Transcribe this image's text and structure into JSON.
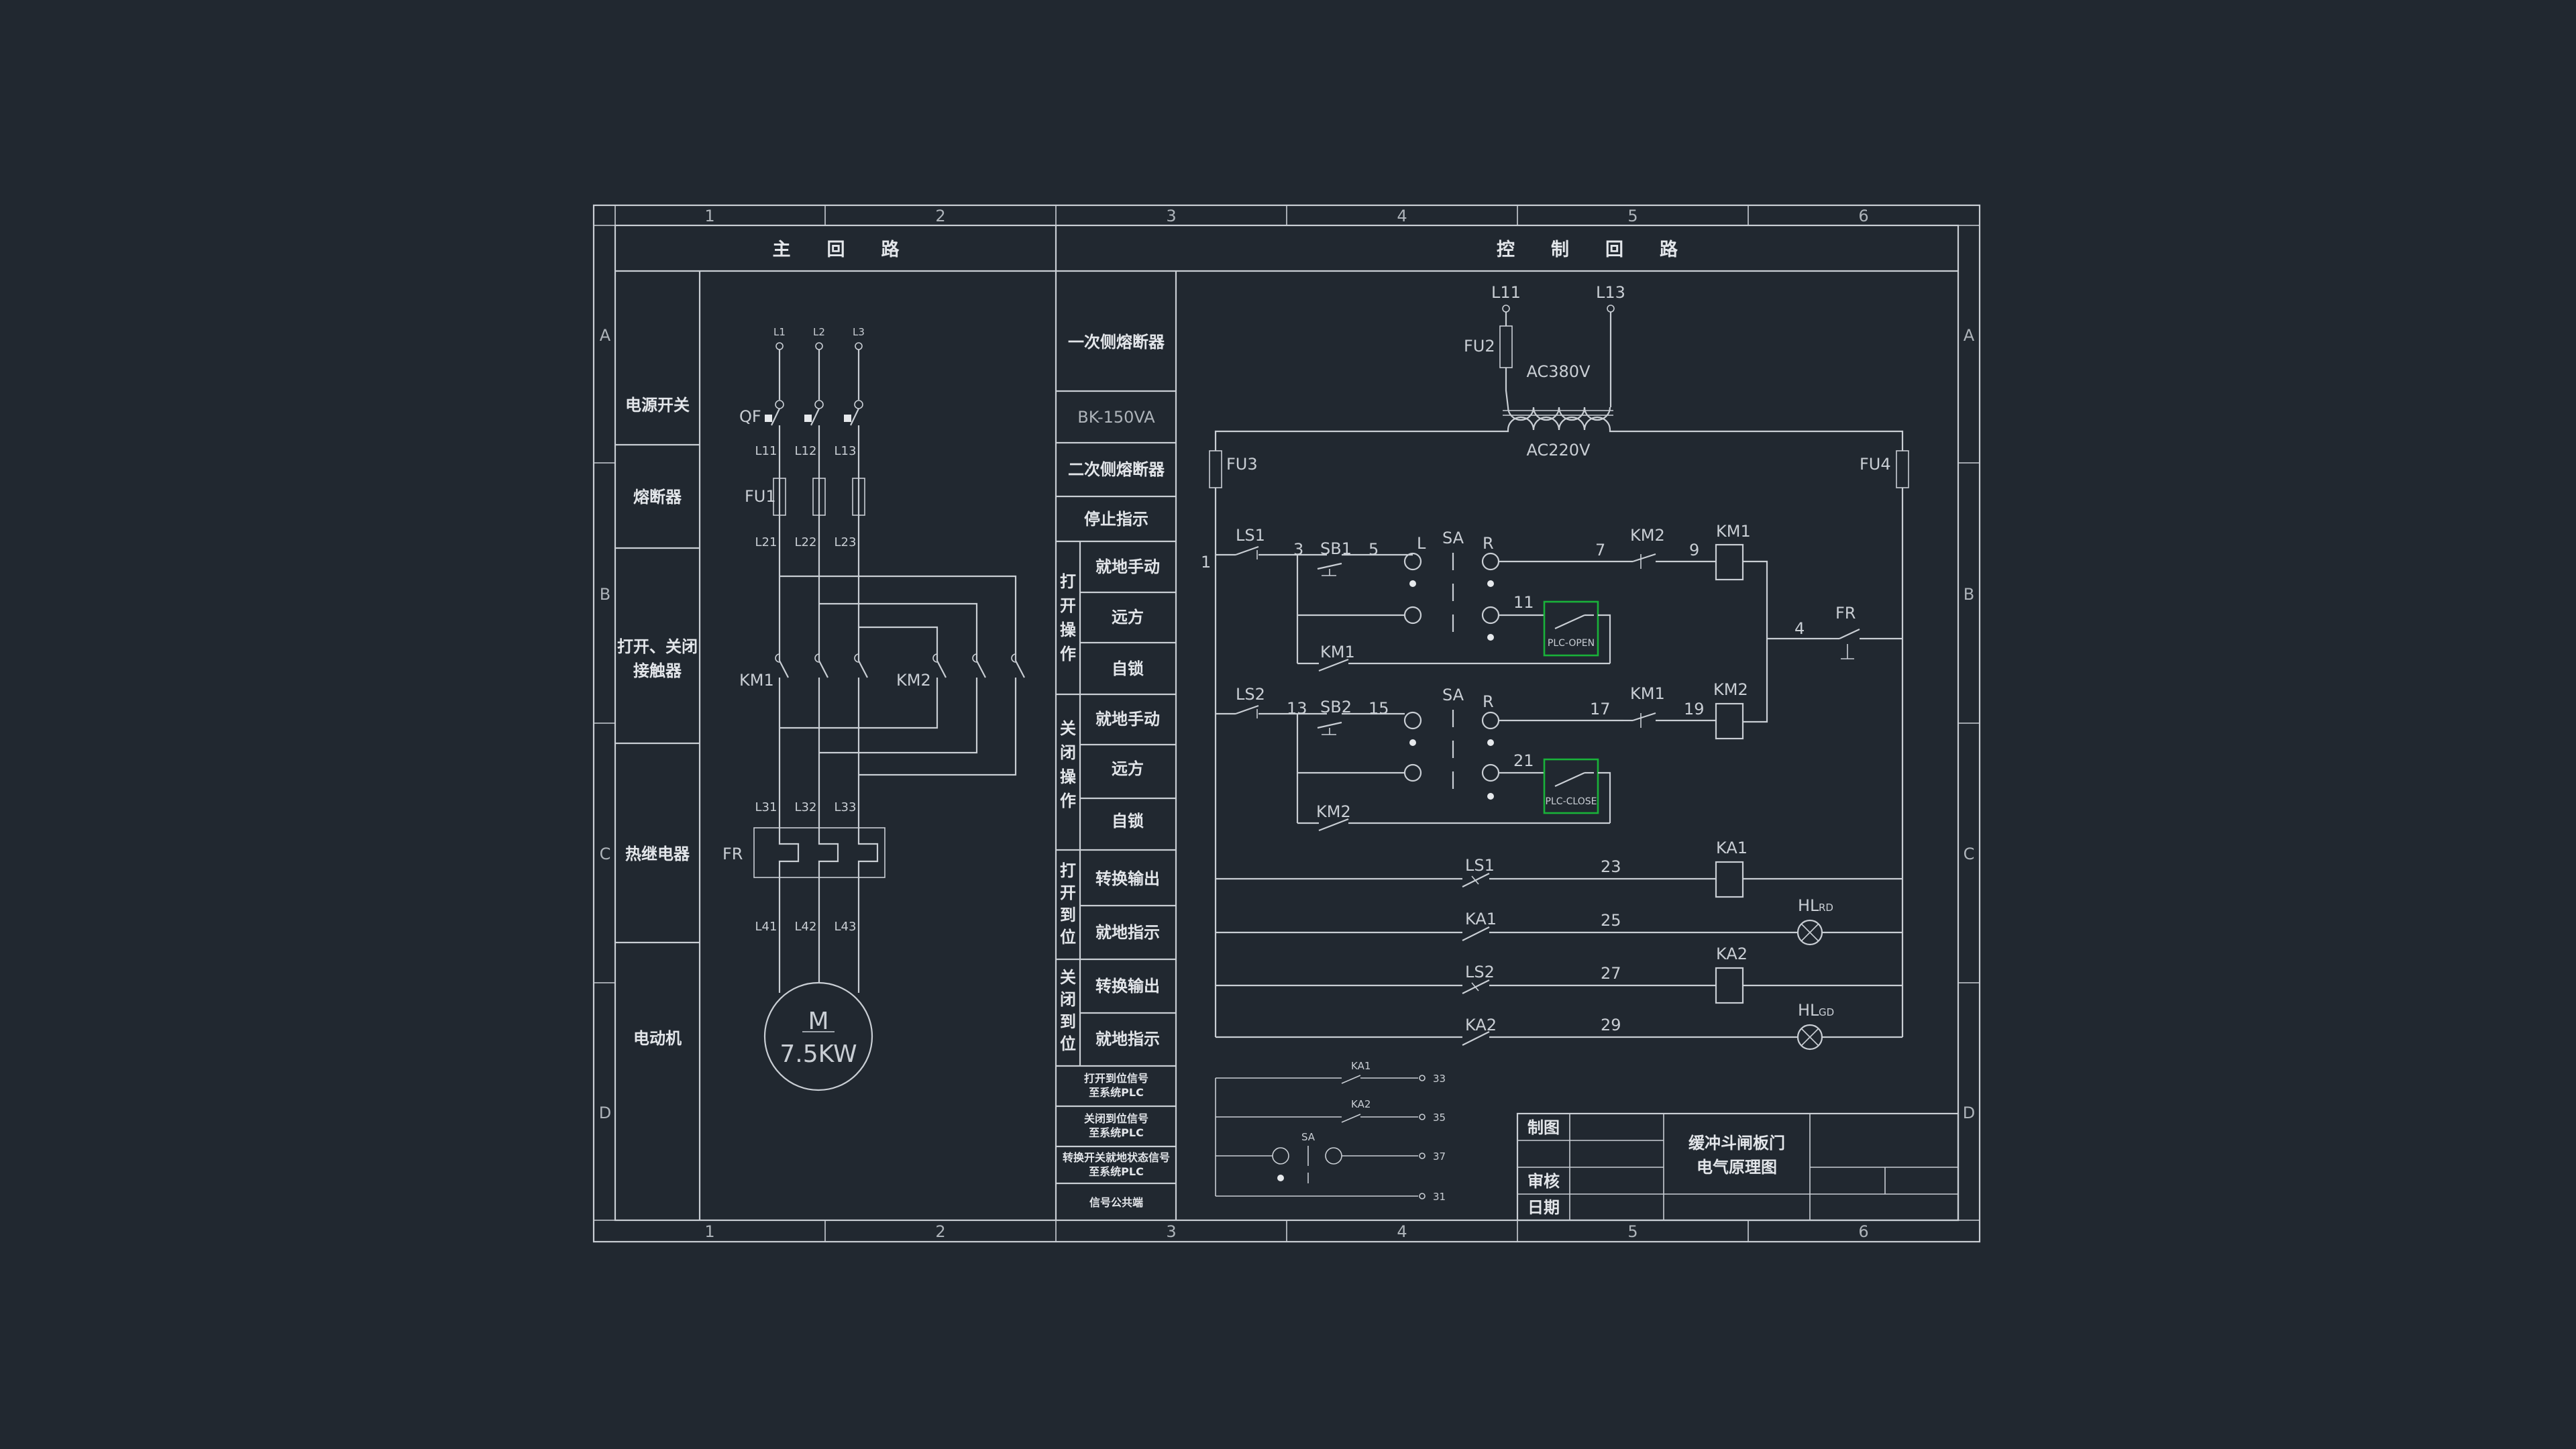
{
  "grid": {
    "columns": [
      "1",
      "2",
      "3",
      "4",
      "5",
      "6"
    ],
    "rows": [
      "A",
      "B",
      "C",
      "D"
    ]
  },
  "headers": {
    "main_circuit": "主　　回　　路",
    "control_circuit": "控　　制　　回　　路"
  },
  "main_labels": {
    "power_switch": "电源开关",
    "fuse": "熔断器",
    "contactor_line1": "打开、关闭",
    "contactor_line2": "接触器",
    "thermal_relay": "热继电器",
    "motor": "电动机"
  },
  "control_labels": {
    "primary_fuse": "一次侧熔断器",
    "transformer": "BK-150VA",
    "secondary_fuse": "二次侧熔断器",
    "stop_indicator": "停止指示",
    "open_group": [
      "打",
      "开",
      "操",
      "作"
    ],
    "open_local_manual": "就地手动",
    "open_remote": "远方",
    "open_self_lock": "自锁",
    "close_group": [
      "关",
      "闭",
      "操",
      "作"
    ],
    "close_local_manual": "就地手动",
    "close_remote": "远方",
    "close_self_lock": "自锁",
    "open_pos_group": [
      "打",
      "开",
      "到",
      "位"
    ],
    "open_pos_conversion": "转换输出",
    "open_pos_indicator": "就地指示",
    "close_pos_group": [
      "关",
      "闭",
      "到",
      "位"
    ],
    "close_pos_conversion": "转换输出",
    "close_pos_indicator": "就地指示",
    "open_signal_line1": "打开到位信号",
    "open_signal_line2": "至系统PLC",
    "close_signal_line1": "关闭到位信号",
    "close_signal_line2": "至系统PLC",
    "switch_signal_line1": "转换开关就地状态信号",
    "switch_signal_line2": "至系统PLC",
    "signal_common": "信号公共端"
  },
  "main_circuit": {
    "phases": [
      "L1",
      "L2",
      "L3"
    ],
    "qf": "QF",
    "after_qf": [
      "L11",
      "L12",
      "L13"
    ],
    "fu1": "FU1",
    "after_fu": [
      "L21",
      "L22",
      "L23"
    ],
    "km1": "KM1",
    "km2": "KM2",
    "after_km": [
      "L31",
      "L32",
      "L33"
    ],
    "fr": "FR",
    "after_fr": [
      "L41",
      "L42",
      "L43"
    ],
    "motor_letter": "M",
    "motor_power": "7.5KW"
  },
  "control_circuit": {
    "supply_l11": "L11",
    "supply_l13": "L13",
    "fu2": "FU2",
    "primary_voltage": "AC380V",
    "secondary_voltage": "AC220V",
    "fu3": "FU3",
    "fu4": "FU4",
    "node1": "1",
    "ls1": "LS1",
    "node3": "3",
    "sb1": "SB1",
    "node5": "5",
    "sa_top": "SA",
    "l_top": "L",
    "r_top": "R",
    "node7": "7",
    "km2_nc": "KM2",
    "node9": "9",
    "km1_coil": "KM1",
    "node11": "11",
    "plc_open": "PLC-OPEN",
    "km1_selflock": "KM1",
    "node4": "4",
    "fr_contact": "FR",
    "ls2": "LS2",
    "node13": "13",
    "sb2": "SB2",
    "node15": "15",
    "sa_bot": "SA",
    "r_bot": "R",
    "node17": "17",
    "km1_nc": "KM1",
    "node19": "19",
    "km2_coil": "KM2",
    "node21": "21",
    "plc_close": "PLC-CLOSE",
    "km2_selflock": "KM2",
    "ls1_r": "LS1",
    "node23": "23",
    "ka1_coil": "KA1",
    "ka1_r": "KA1",
    "node25": "25",
    "hl_rd": "HL",
    "hl_rd_sub": "RD",
    "ls2_r": "LS2",
    "node27": "27",
    "ka2_coil": "KA2",
    "ka2_r": "KA2",
    "node29": "29",
    "hl_gd": "HL",
    "hl_gd_sub": "GD",
    "sig_ka1": "KA1",
    "sig_33": "33",
    "sig_ka2": "KA2",
    "sig_35": "35",
    "sig_sa": "SA",
    "sig_37": "37",
    "sig_31": "31"
  },
  "title_block": {
    "drawn": "制图",
    "review": "审核",
    "date": "日期",
    "title_line1": "缓冲斗闸板门",
    "title_line2": "电气原理图"
  }
}
